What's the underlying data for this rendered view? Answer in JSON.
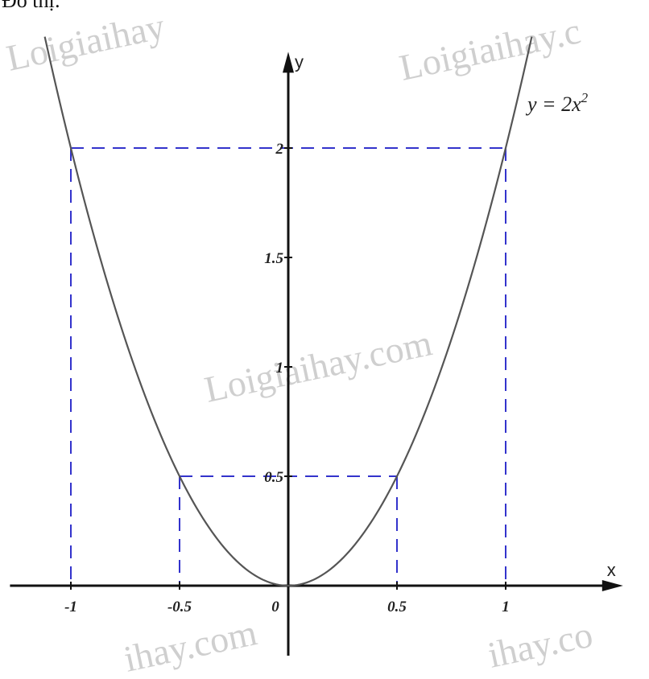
{
  "caption": "Đồ thị:",
  "watermarks": [
    "Loigiaihay",
    "Loigiaihay.c",
    "Loigiaihay.com",
    "ihay.com",
    "ihay.co"
  ],
  "colors": {
    "curve": "#555555",
    "guides": "#3333cc",
    "axes": "#111111"
  },
  "chart_data": {
    "type": "line",
    "function": "y = 2x^2",
    "equation_label": "y = 2x",
    "equation_exponent": "2",
    "xlabel": "x",
    "ylabel": "y",
    "xlim": [
      -1.28,
      1.54
    ],
    "ylim": [
      -0.32,
      2.44
    ],
    "x_ticks": [
      {
        "value": -1,
        "label": "-1"
      },
      {
        "value": -0.5,
        "label": "-0.5"
      },
      {
        "value": 0,
        "label": "0"
      },
      {
        "value": 0.5,
        "label": "0.5"
      },
      {
        "value": 1,
        "label": "1"
      }
    ],
    "y_ticks": [
      {
        "value": 0.5,
        "label": "0.5"
      },
      {
        "value": 1,
        "label": "1"
      },
      {
        "value": 1.5,
        "label": "1.5"
      },
      {
        "value": 2,
        "label": "2"
      }
    ],
    "guide_points": [
      {
        "x": -1,
        "y": 2
      },
      {
        "x": -0.5,
        "y": 0.5
      },
      {
        "x": 0.5,
        "y": 0.5
      },
      {
        "x": 1,
        "y": 2
      }
    ],
    "curve_x_range": [
      -1.12,
      1.12
    ],
    "grid": false
  }
}
